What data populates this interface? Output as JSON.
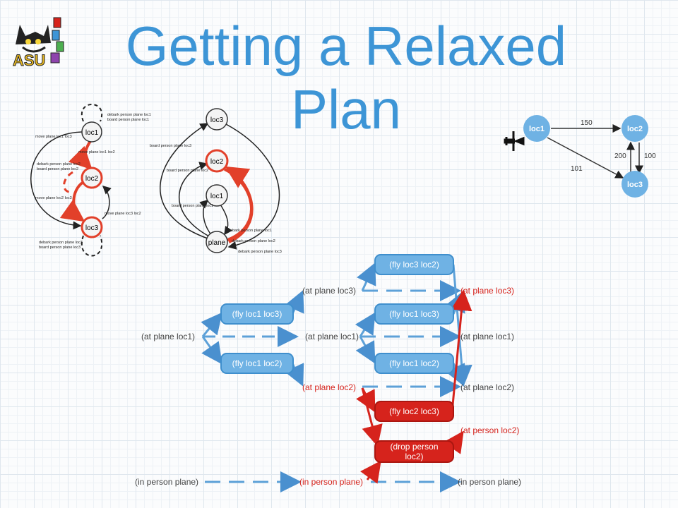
{
  "title": "Getting a Relaxed Plan",
  "logo": {
    "text": "ASU"
  },
  "left_graph": {
    "nodes": [
      "loc1",
      "loc2",
      "loc3"
    ],
    "labels": {
      "self_loc1_a": "debark person plane loc1",
      "self_loc1_b": "board person plane loc1",
      "move_1_3": "move plane loc1 loc3",
      "move_1_2": "move plane loc1 loc2",
      "self_loc2_a": "debark person plane loc2",
      "self_loc2_b": "board person plane loc2",
      "move_2_3": "move plane loc2 loc3",
      "move_3_2": "move plane loc3 loc2",
      "self_loc3_a": "debark person plane loc3",
      "self_loc3_b": "board person plane loc3"
    }
  },
  "middle_graph": {
    "nodes": [
      "loc3",
      "loc2",
      "loc1",
      "plane"
    ],
    "labels": {
      "board_loc3": "board person plane loc3",
      "board_loc2": "board person plane loc2",
      "board_loc1": "board person plane loc1",
      "debark_loc1": "debark person plane loc1",
      "debark_loc2": "debark person plane loc2",
      "debark_loc3": "debark person plane loc3"
    }
  },
  "map_graph": {
    "nodes": [
      "loc1",
      "loc2",
      "loc3"
    ],
    "edges": [
      {
        "from": "loc1",
        "to": "loc2",
        "cost": "150"
      },
      {
        "from": "loc1",
        "to": "loc3",
        "cost": "101"
      },
      {
        "from": "loc3",
        "to": "loc2",
        "cost": "200"
      },
      {
        "from": "loc2",
        "to": "loc3",
        "cost": "100"
      }
    ]
  },
  "planning_graph": {
    "colors": {
      "blue": "#5da1d8",
      "red": "#d6231c"
    },
    "facts": {
      "l0_at_loc1": "(at plane loc1)",
      "l0_in_person": "(in person plane)",
      "l1_at_loc3": "(at plane loc3)",
      "l1_at_loc1": "(at plane loc1)",
      "l1_at_loc2": "(at plane loc2)",
      "l1_in_person": "(in person plane)",
      "l2_at_loc3": "(at plane loc3)",
      "l2_at_loc1": "(at plane loc1)",
      "l2_at_loc2": "(at plane loc2)",
      "l2_at_person": "(at person loc2)",
      "l2_in_person": "(in person plane)"
    },
    "actions": {
      "a0_fly13": "(fly loc1 loc3)",
      "a0_fly12": "(fly loc1 loc2)",
      "a1_fly32": "(fly loc3 loc2)",
      "a1_fly13": "(fly loc1 loc3)",
      "a1_fly12": "(fly loc1 loc2)",
      "a1_fly23": "(fly loc2 loc3)",
      "a1_drop": "(drop person loc2)"
    }
  }
}
